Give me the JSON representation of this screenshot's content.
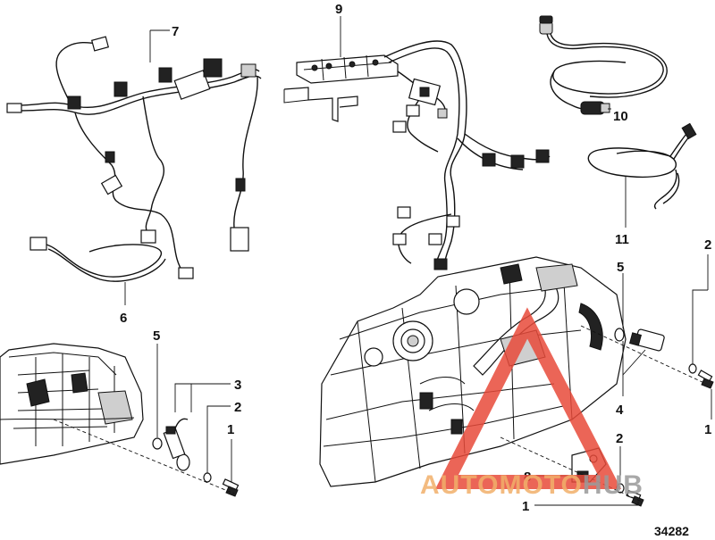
{
  "callouts": {
    "c1_left": "1",
    "c1_center": "1",
    "c1_right": "1",
    "c2_left": "2",
    "c2_center": "2",
    "c2_right": "2",
    "c3": "3",
    "c4": "4",
    "c5_left": "5",
    "c5_right": "5",
    "c6": "6",
    "c7": "7",
    "c8": "8",
    "c9": "9",
    "c10": "10",
    "c11": "11"
  },
  "reference_number": "34282",
  "watermark": {
    "text_auto": "AUTO",
    "text_moto": "MOTO",
    "text_hub": "HUB",
    "color_red": "#e84a3a",
    "color_orange": "#f2b06a",
    "color_grey": "#9a9a9a"
  }
}
